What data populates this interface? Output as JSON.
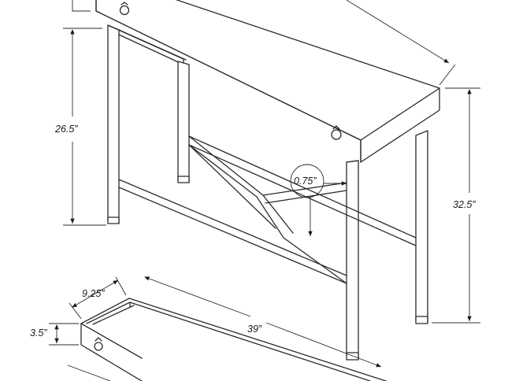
{
  "diagram": {
    "dimensions": {
      "leg_clearance": "26.5”",
      "total_height": "32.5”",
      "frame_thickness": "0.75”",
      "drawer_depth": "9.25”",
      "drawer_height": "3.5”",
      "drawer_width": "39”"
    },
    "colors": {
      "line": "#2b2b2b",
      "background": "#ffffff"
    }
  }
}
